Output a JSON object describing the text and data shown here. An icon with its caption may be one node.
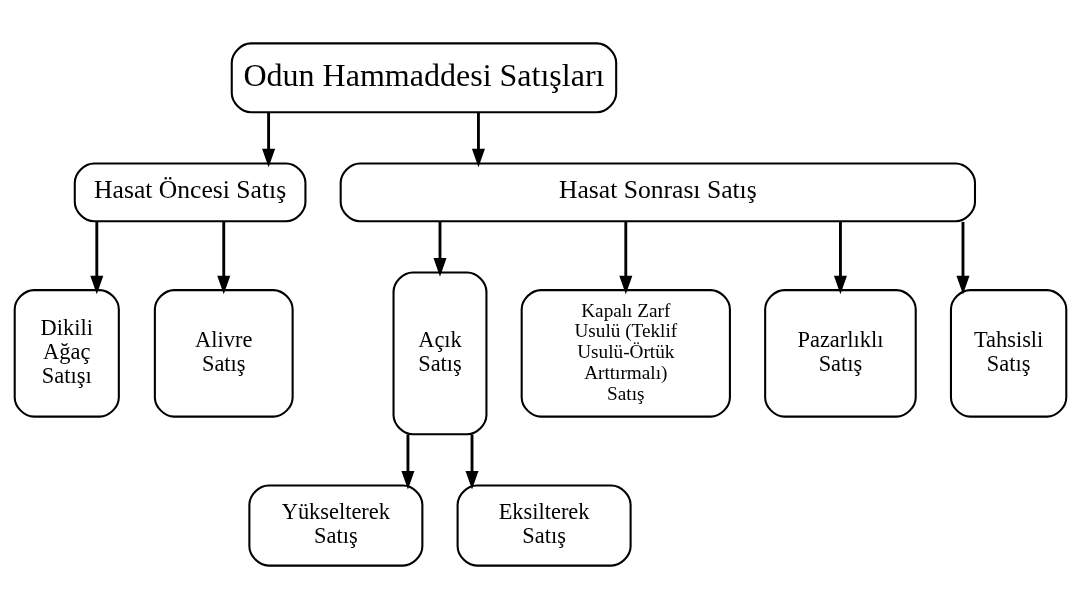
{
  "diagram": {
    "nodes": [
      {
        "text": [
          "Odun Hammaddesi Satışları"
        ]
      },
      {
        "text": [
          "Hasat Öncesi Satış"
        ]
      },
      {
        "text": [
          "Hasat Sonrası Satış"
        ]
      },
      {
        "text": [
          "Dikili Ağaç Satışı"
        ]
      },
      {
        "text": [
          "Alivre Satış"
        ]
      },
      {
        "text": [
          "Açık Satış"
        ]
      },
      {
        "text": [
          "Kapalı Zarf Usulü (Teklif Usulü-Örtük Arttırmalı) Satış"
        ]
      },
      {
        "text": [
          "Pazarlıklı Satış"
        ]
      },
      {
        "text": [
          "Tahsisli Satış"
        ]
      },
      {
        "text": [
          "Yükselterek Satış"
        ]
      },
      {
        "text": [
          "Eksilterek Satış"
        ]
      }
    ],
    "edges": [
      {
        "from": 0,
        "to": 1,
        "arrow": "to"
      },
      {
        "from": 0,
        "to": 2,
        "arrow": "to"
      },
      {
        "from": 1,
        "to": 3,
        "arrow": "to"
      },
      {
        "from": 1,
        "to": 4,
        "arrow": "to"
      },
      {
        "from": 2,
        "to": 5,
        "arrow": "to"
      },
      {
        "from": 2,
        "to": 6,
        "arrow": "to"
      },
      {
        "from": 2,
        "to": 7,
        "arrow": "to"
      },
      {
        "from": 2,
        "to": 8,
        "arrow": "to"
      },
      {
        "from": 5,
        "to": 9,
        "arrow": "to"
      },
      {
        "from": 5,
        "to": 10,
        "arrow": "to"
      }
    ]
  }
}
